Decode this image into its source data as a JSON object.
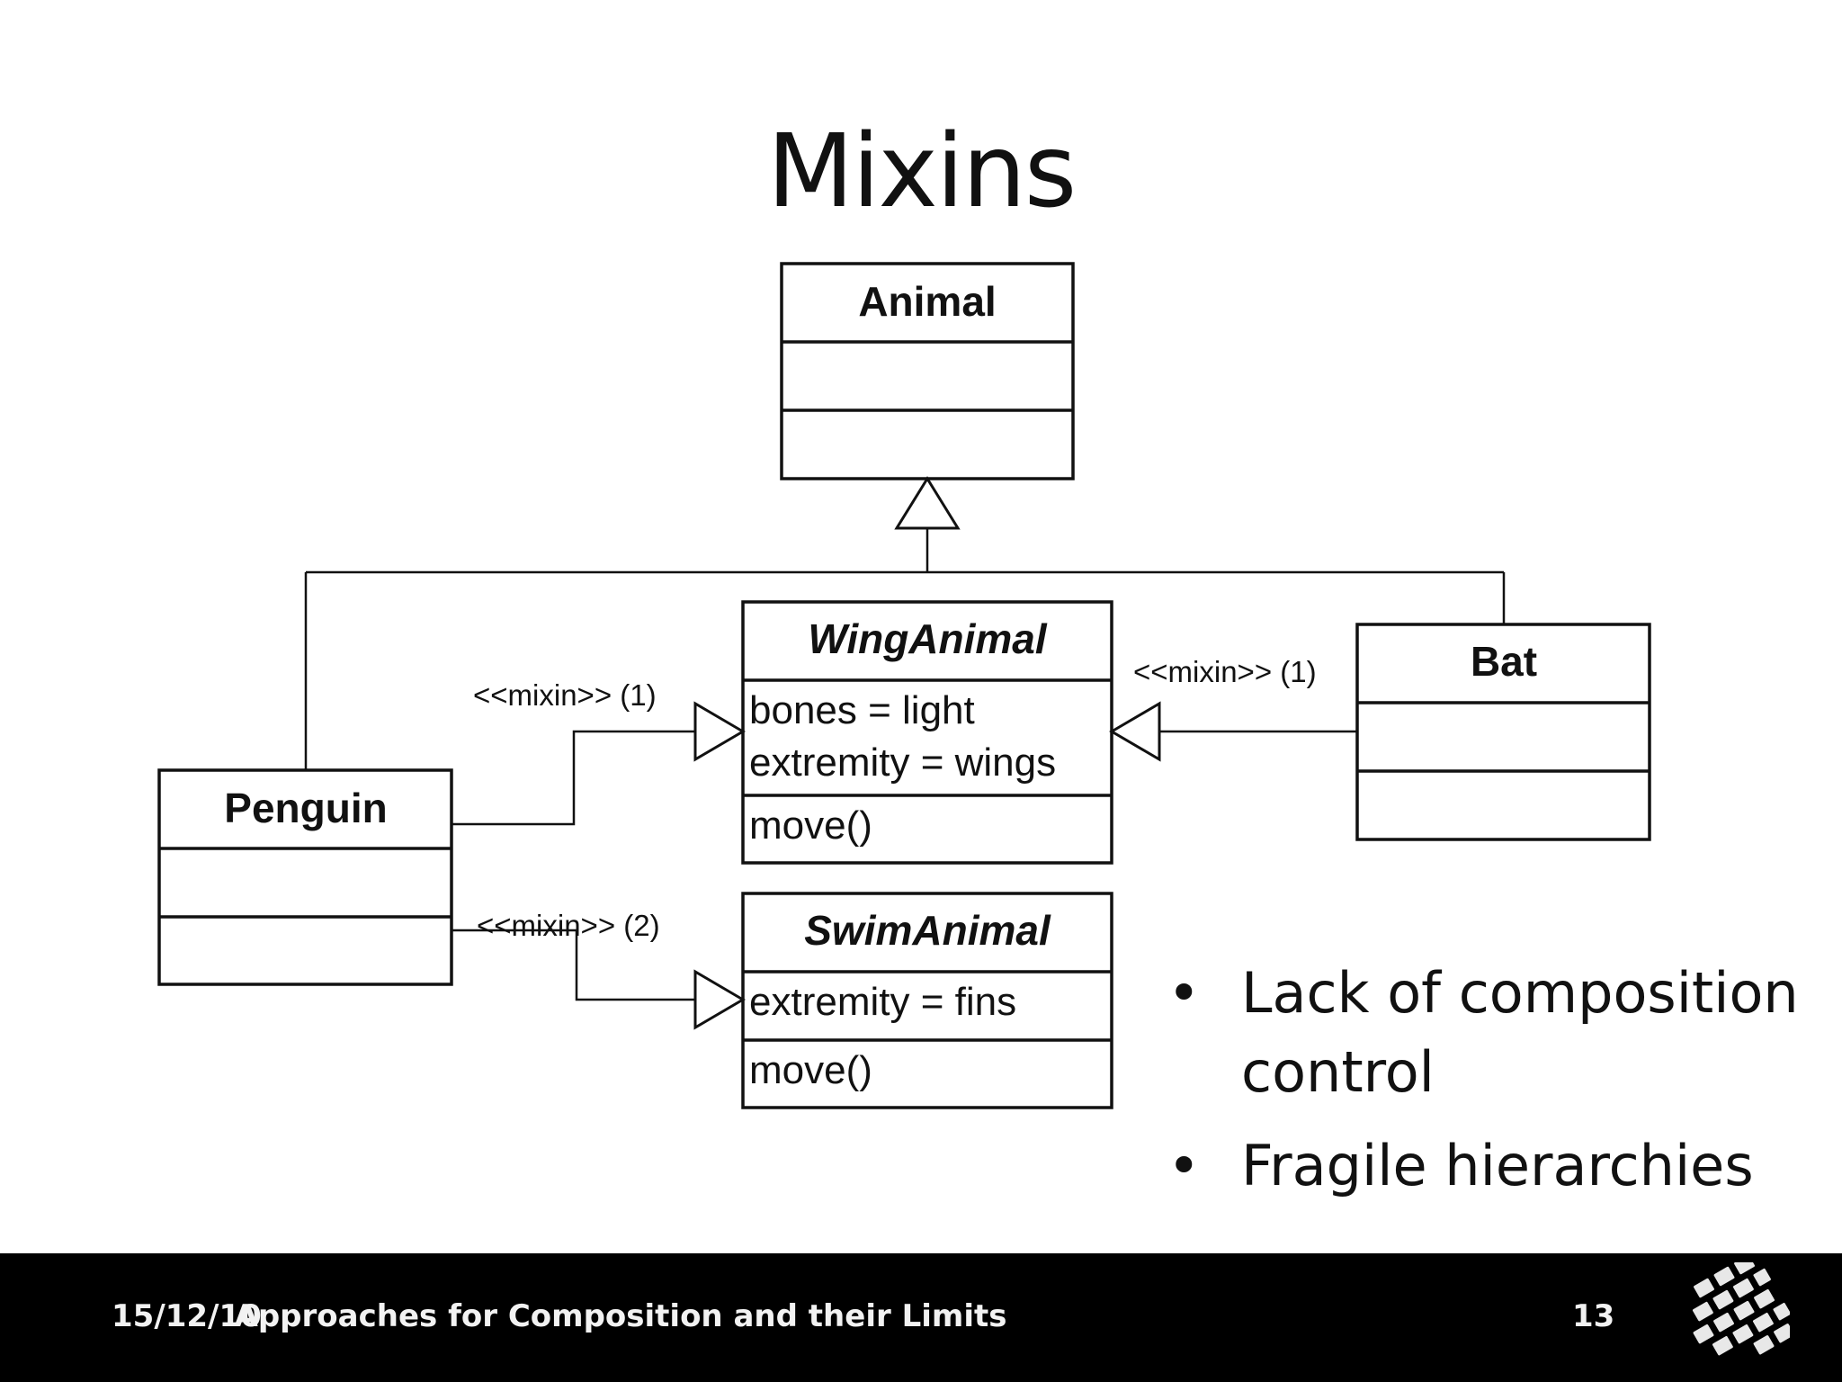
{
  "slide": {
    "title": "Mixins"
  },
  "diagram": {
    "classes": {
      "animal": {
        "name": "Animal"
      },
      "wing_animal": {
        "name": "WingAnimal",
        "attributes": [
          "bones = light",
          "extremity = wings"
        ],
        "operations": [
          "move()"
        ]
      },
      "swim_animal": {
        "name": "SwimAnimal",
        "attributes": [
          "extremity = fins"
        ],
        "operations": [
          "move()"
        ]
      },
      "penguin": {
        "name": "Penguin"
      },
      "bat": {
        "name": "Bat"
      }
    },
    "relations": {
      "penguin_wing": "<<mixin>> (1)",
      "penguin_swim": "<<mixin>> (2)",
      "bat_wing": "<<mixin>> (1)"
    }
  },
  "bullets": [
    {
      "text_line1": "Lack of composition",
      "text_line2": "control"
    },
    {
      "text_line1": "Fragile hierarchies"
    }
  ],
  "bullet_symbol": "•",
  "footer": {
    "date": "15/12/10",
    "title": "Approaches for Composition and their Limits",
    "page": "13"
  }
}
